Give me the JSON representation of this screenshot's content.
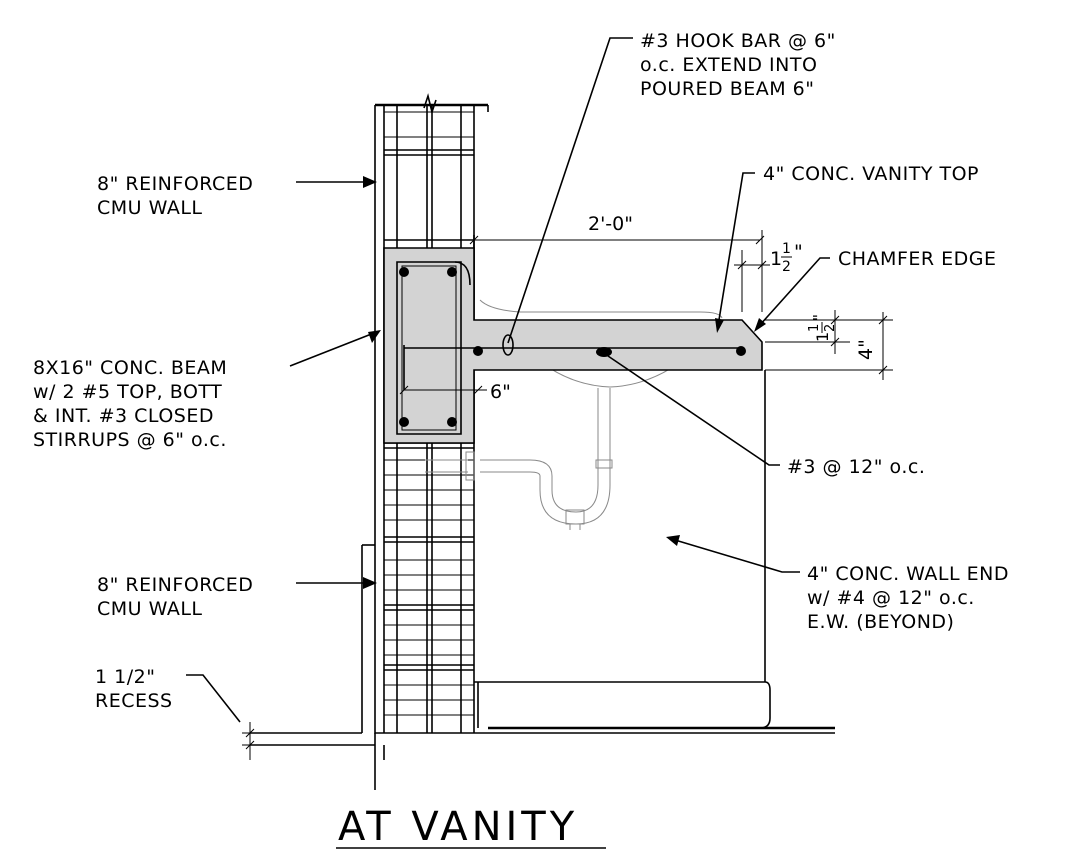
{
  "title": "AT VANITY",
  "callouts": {
    "hook_bar": [
      "#3 HOOK BAR @ 6\"",
      "o.c. EXTEND INTO",
      "POURED BEAM 6\""
    ],
    "vanity_top": "4\" CONC. VANITY TOP",
    "cmu_wall_upper": [
      "8\" REINFORCED",
      "CMU WALL"
    ],
    "chamfer_edge": "CHAMFER EDGE",
    "beam": [
      "8X16\" CONC. BEAM",
      "w/ 2 #5 TOP, BOTT",
      "& INT. #3 CLOSED",
      "STIRRUPS @ 6\" o.c."
    ],
    "rebar_spacing": "#3 @ 12\" o.c.",
    "cmu_wall_lower": [
      "8\" REINFORCED",
      "CMU WALL"
    ],
    "wall_end": [
      "4\" CONC. WALL END",
      "w/ #4 @ 12\" o.c.",
      "E.W. (BEYOND)"
    ],
    "recess": [
      "1 1/2\"",
      "RECESS"
    ]
  },
  "dimensions": {
    "top_width": "2'-0\"",
    "hook_ext": "6\"",
    "top_thickness": "4\"",
    "chamfer_w_whole": "1",
    "chamfer_w_num": "1",
    "chamfer_w_den": "2",
    "inch_mark": "\"",
    "chamfer_h_whole": "1",
    "chamfer_h_num": "1",
    "chamfer_h_den": "2"
  }
}
